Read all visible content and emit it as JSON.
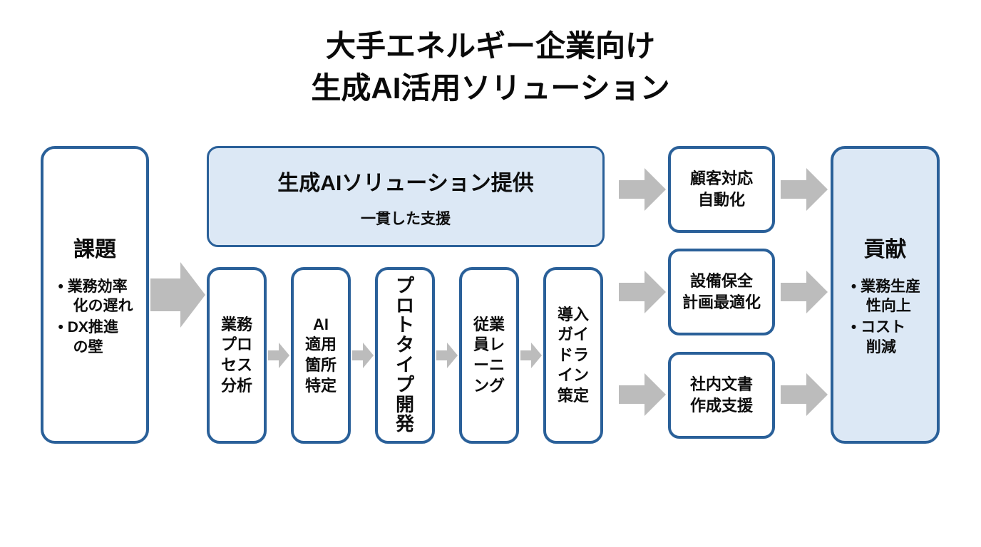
{
  "title": {
    "line1": "大手エネルギー企業向け",
    "line2": "生成AI活用ソリューション"
  },
  "challenge": {
    "heading": "課題",
    "bullets": [
      {
        "label": "業務効率化の遅れ",
        "display": "業務効率\n化の遅れ"
      },
      {
        "label": "DX推進の壁",
        "display": "DX推進\nの壁"
      }
    ]
  },
  "solution_banner": {
    "title": "生成AIソリューション提供",
    "subtitle": "一貫した支援"
  },
  "process_steps": [
    {
      "label": "業務プロセス分析",
      "display": "業務\nプロ\nセス\n分析"
    },
    {
      "label": "AI適用箇所特定",
      "display": "AI\n適用\n箇所\n特定"
    },
    {
      "label": "プロトタイプ開発",
      "display": "プ\nロ\nト\nタ\nイ\nプ\n開\n発"
    },
    {
      "label": "従業員レーニング",
      "display": "従業\n員レ\nーニ\nング"
    },
    {
      "label": "導入ガイドライン策定",
      "display": "導入\nガイ\nドラ\nイン\n策定"
    }
  ],
  "outcomes": [
    {
      "label": "顧客対応自動化",
      "display": "顧客対応\n自動化"
    },
    {
      "label": "設備保全計画最適化",
      "display": "設備保全\n計画最適化"
    },
    {
      "label": "社内文書作成支援",
      "display": "社内文書\n作成支援"
    }
  ],
  "contribution": {
    "heading": "貢献",
    "bullets": [
      {
        "label": "業務生産性向上",
        "display": "業務生産\n性向上"
      },
      {
        "label": "コスト削減",
        "display": "コスト\n削減"
      }
    ]
  },
  "colors": {
    "border_blue": "#2a6099",
    "fill_light_blue": "#dce8f5",
    "arrow_gray": "#bcbcbc",
    "text": "#0d0d0d",
    "background": "#ffffff"
  }
}
